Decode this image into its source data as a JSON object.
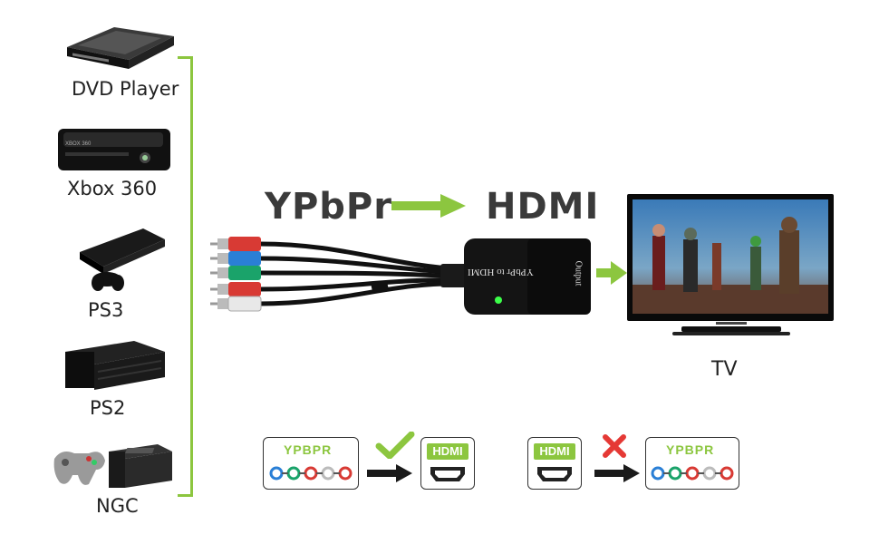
{
  "devices": [
    {
      "label": "DVD Player",
      "icon": "dvd-player-icon"
    },
    {
      "label": "Xbox 360",
      "icon": "xbox-360-icon"
    },
    {
      "label": "PS3",
      "icon": "ps3-icon"
    },
    {
      "label": "PS2",
      "icon": "ps2-icon"
    },
    {
      "label": "NGC",
      "icon": "ngc-console-icon"
    }
  ],
  "headline": {
    "from": "YPbPr",
    "to": "HDMI"
  },
  "adapter": {
    "front_text": "YPbPr to HDMI",
    "side_text": "Output"
  },
  "tv": {
    "label": "TV"
  },
  "compat": {
    "supported": {
      "from": "YPBPR",
      "to": "HDMI",
      "mark": "check"
    },
    "unsupported": {
      "from": "HDMI",
      "to": "YPBPR",
      "mark": "cross"
    }
  },
  "colors": {
    "accent": "#8cc63f",
    "cross": "#e53935",
    "dark": "#1a1a1a"
  }
}
